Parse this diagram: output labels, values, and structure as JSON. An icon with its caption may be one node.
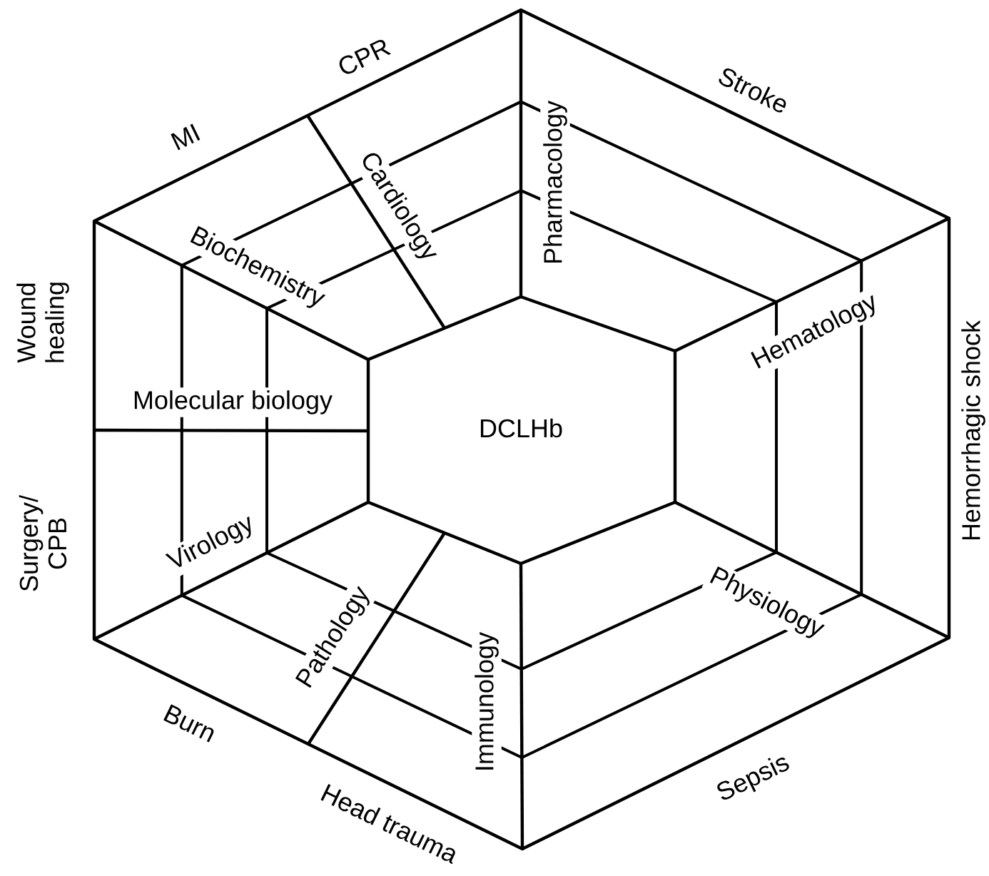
{
  "diagram": {
    "nodes": [
      {
        "text": [
          "DCLHb"
        ]
      }
    ],
    "labels": [
      "CPR",
      "MI",
      "Stroke",
      "Cardiology",
      "Pharmacology",
      "Biochemistry",
      "Wound healing",
      "Hematology",
      "Molecular biology",
      "Hemorrhagic shock",
      "Surgery/ CPB",
      "Virology",
      "Physiology",
      "Pathology",
      "Immunology",
      "Burn",
      "Sepsis",
      "Head trauma"
    ]
  }
}
